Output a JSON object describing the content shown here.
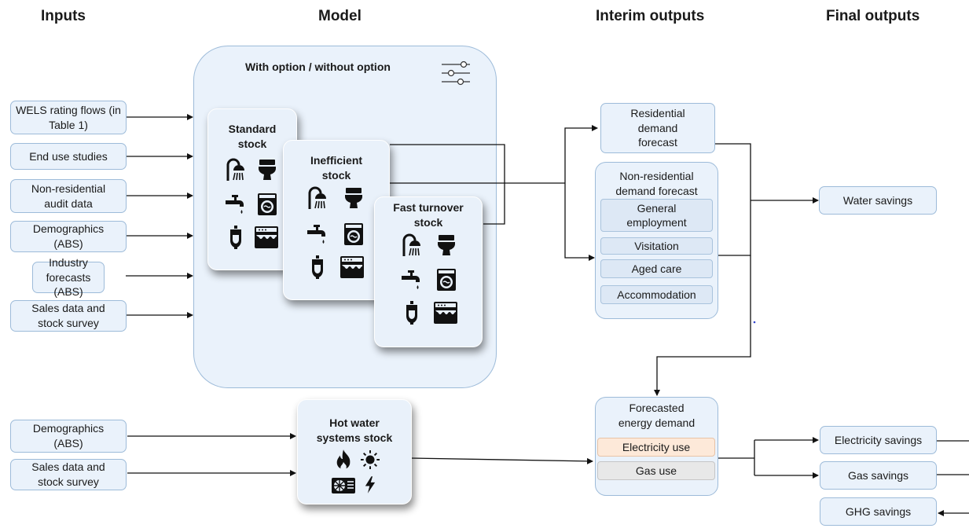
{
  "headers": {
    "inputs": "Inputs",
    "model": "Model",
    "interim": "Interim outputs",
    "final": "Final outputs"
  },
  "inputs": [
    {
      "label": "WELS rating flows (in Table 1)"
    },
    {
      "label": "End use studies"
    },
    {
      "label": "Non-residential audit data"
    },
    {
      "label": "Demographics (ABS)"
    },
    {
      "label": "Industry forecasts (ABS)"
    },
    {
      "label": "Sales data and stock survey"
    }
  ],
  "hot_inputs": [
    {
      "label": "Demographics (ABS)"
    },
    {
      "label": "Sales data and stock survey"
    }
  ],
  "model": {
    "title": "With option / without option",
    "standard": "Standard stock",
    "inefficient": "Inefficient stock",
    "fast": "Fast turnover stock",
    "hot_water": "Hot water systems stock"
  },
  "interim": {
    "residential": "Residential demand forecast",
    "non_residential": "Non-residential demand forecast",
    "categories": [
      "General employment",
      "Visitation",
      "Aged care",
      "Accommodation"
    ],
    "energy": "Forecasted energy demand",
    "electricity": "Electricity use",
    "gas": "Gas use"
  },
  "final": {
    "water": "Water savings",
    "electricity": "Electricity savings",
    "gas": "Gas savings",
    "ghg": "GHG savings"
  },
  "colors": {
    "box_fill": "#eaf2fb",
    "box_border": "#9dbbd9",
    "electricity_fill": "#fde9d9",
    "gas_fill": "#e8e8e8"
  },
  "icons": [
    "shower-icon",
    "toilet-icon",
    "tap-icon",
    "washing-machine-icon",
    "urinal-icon",
    "dishwasher-icon",
    "flame-icon",
    "sun-icon",
    "heat-pump-icon",
    "lightning-icon",
    "sliders-icon"
  ]
}
